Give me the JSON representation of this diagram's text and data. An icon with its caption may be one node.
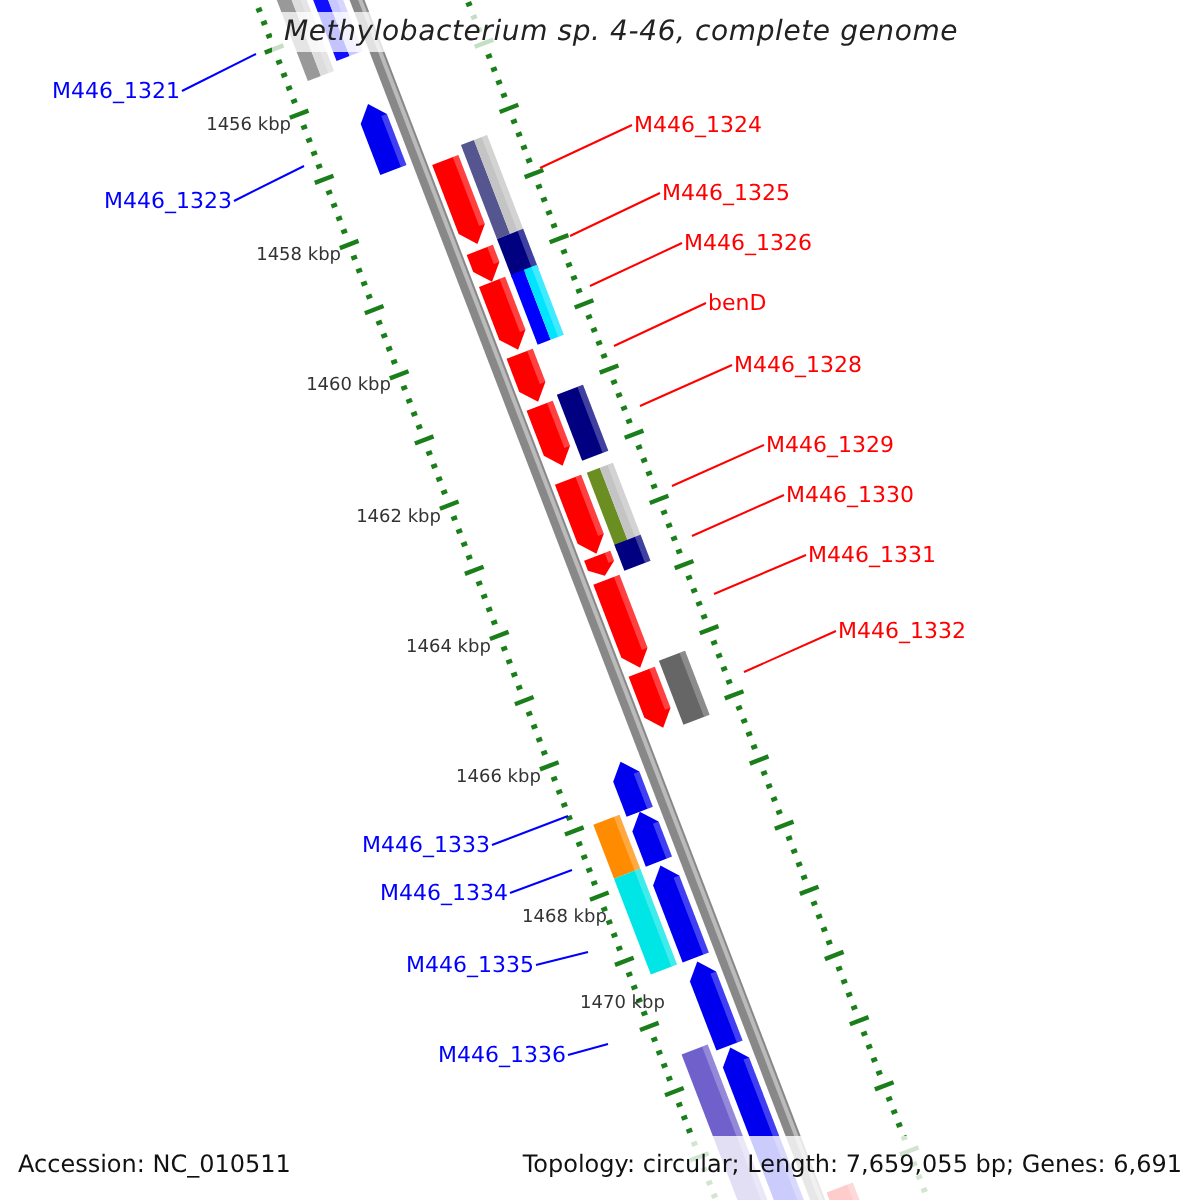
{
  "diagram": {
    "title": "Methylobacterium sp. 4-46, complete genome",
    "nodes": [
      {
        "text": [
          "M446_1321"
        ]
      },
      {
        "text": [
          "M446_1323"
        ]
      },
      {
        "text": [
          "M446_1324"
        ]
      },
      {
        "text": [
          "M446_1325"
        ]
      },
      {
        "text": [
          "M446_1326"
        ]
      },
      {
        "text": [
          "benD"
        ]
      },
      {
        "text": [
          "M446_1328"
        ]
      },
      {
        "text": [
          "M446_1329"
        ]
      },
      {
        "text": [
          "M446_1330"
        ]
      },
      {
        "text": [
          "M446_1331"
        ]
      },
      {
        "text": [
          "M446_1332"
        ]
      },
      {
        "text": [
          "M446_1333"
        ]
      },
      {
        "text": [
          "M446_1334"
        ]
      },
      {
        "text": [
          "M446_1335"
        ]
      },
      {
        "text": [
          "M446_1336"
        ]
      }
    ],
    "edges": [
      {
        "from": 0,
        "to": null,
        "arrow": "none",
        "color": "#0000ff"
      },
      {
        "from": 1,
        "to": null,
        "arrow": "none",
        "color": "#0000ff"
      },
      {
        "from": 2,
        "to": null,
        "arrow": "none"
      },
      {
        "from": 3,
        "to": null,
        "arrow": "none"
      },
      {
        "from": 4,
        "to": null,
        "arrow": "none"
      },
      {
        "from": 5,
        "to": null,
        "arrow": "none"
      },
      {
        "from": 6,
        "to": null,
        "arrow": "none"
      },
      {
        "from": 7,
        "to": null,
        "arrow": "none"
      },
      {
        "from": 8,
        "to": null,
        "arrow": "none"
      },
      {
        "from": 9,
        "to": null,
        "arrow": "none"
      },
      {
        "from": 10,
        "to": null,
        "arrow": "none"
      },
      {
        "from": 11,
        "to": null,
        "arrow": "none",
        "color": "#0000ff"
      },
      {
        "from": 12,
        "to": null,
        "arrow": "none",
        "color": "#0000ff"
      },
      {
        "from": 13,
        "to": null,
        "arrow": "none",
        "color": "#0000ff"
      },
      {
        "from": 14,
        "to": null,
        "arrow": "none",
        "color": "#0000ff"
      }
    ],
    "labels": [
      "1456 kbp",
      "1458 kbp",
      "1460 kbp",
      "1462 kbp",
      "1464 kbp",
      "1466 kbp",
      "1468 kbp",
      "1470 kbp",
      "Accession: NC_010511",
      "Topology: circular; Length: 7,659,055 bp; Genes: 6,691"
    ]
  }
}
